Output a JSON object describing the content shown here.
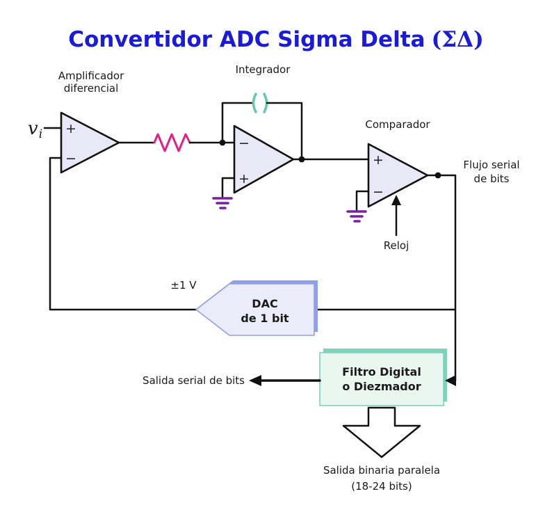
{
  "colors": {
    "title_color": "#1a1ad9",
    "wire": "#111111",
    "opamp_fill": "#e8e8f6",
    "resistor": "#e0218a",
    "capacitor": "#66c7ae",
    "ground": "#7b1fa2",
    "dac_fill": "#ebebfa",
    "dac_edge": "#8fa0e8",
    "filter_fill": "#eaf7f0",
    "filter_edge": "#7cd4bc"
  },
  "title": {
    "prefix": "Convertidor ADC Sigma Delta",
    "math": "(ΣΔ)"
  },
  "input": {
    "v": "v",
    "sub": "i"
  },
  "signs": {
    "plus": "+",
    "minus": "−"
  },
  "labels": {
    "amp_line1": "Amplificador",
    "amp_line2": "diferencial",
    "integrator": "Integrador",
    "comparator": "Comparador",
    "clock": "Reloj",
    "flujo_line1": "Flujo serial",
    "flujo_line2": "de bits",
    "dac_voltage": "±1 V",
    "serial_out": "Salida serial de bits",
    "parallel_line1": "Salida binaria paralela",
    "parallel_line2": "(18-24 bits)"
  },
  "blocks": {
    "dac_line1": "DAC",
    "dac_line2": "de 1 bit",
    "filter_line1": "Filtro Digital",
    "filter_line2": "o Diezmador"
  }
}
